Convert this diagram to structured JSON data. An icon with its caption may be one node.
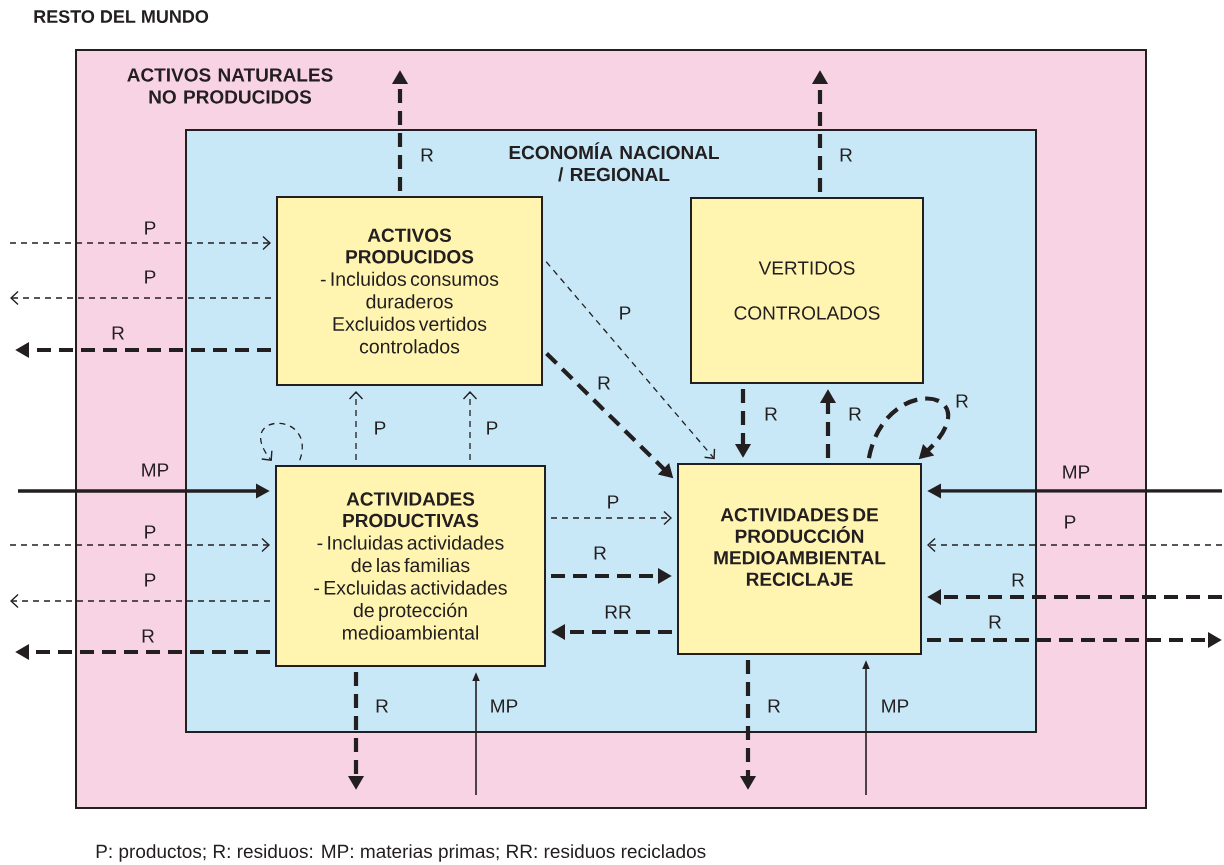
{
  "diagram": {
    "title": "RESTO DEL MUNDO",
    "caption": "P: productos; R: residuos: MP: materias primas; RR: residuos reciclados",
    "nodes": [
      {
        "text": [
          "ACTIVOS NATURALES NO PRODUCIDOS"
        ]
      },
      {
        "text": [
          "ECONOMÍA NACIONAL / REGIONAL"
        ],
        "in": 0
      },
      {
        "text": [
          "ACTIVOS PRODUCIDOS",
          "- Incluidos consumos duraderos",
          "Excluidos vertidos controlados"
        ],
        "in": 1
      },
      {
        "text": [
          "VERTIDOS CONTROLADOS"
        ],
        "in": 1
      },
      {
        "text": [
          "ACTIVIDADES PRODUCTIVAS",
          "- Incluidas actividades de las familias",
          "- Excluidas actividades de protección medioambiental"
        ],
        "in": 1
      },
      {
        "text": [
          "ACTIVIDADES DE PRODUCCIÓN MEDIOAMBIENTAL RECICLAJE"
        ],
        "in": 1
      }
    ],
    "edges": [
      {
        "from": 2,
        "to": null,
        "arrow": "to",
        "label": "R",
        "style": "dashed"
      },
      {
        "from": 3,
        "to": null,
        "arrow": "to",
        "label": "R",
        "style": "dashed"
      },
      {
        "from": null,
        "to": 2,
        "arrow": "to",
        "label": "P",
        "style": "dashed"
      },
      {
        "from": 2,
        "to": null,
        "arrow": "to",
        "label": "P",
        "style": "dashed"
      },
      {
        "from": 2,
        "to": null,
        "arrow": "to",
        "label": "R",
        "style": "dashed"
      },
      {
        "from": 2,
        "to": 5,
        "arrow": "to",
        "label": "P",
        "style": "dashed"
      },
      {
        "from": 2,
        "to": 5,
        "arrow": "to",
        "label": "R",
        "style": "dashed"
      },
      {
        "from": 4,
        "to": 2,
        "arrow": "to",
        "label": "P",
        "style": "dashed"
      },
      {
        "from": 4,
        "to": 2,
        "arrow": "to",
        "label": "P",
        "style": "dashed"
      },
      {
        "from": 4,
        "to": 4,
        "arrow": "to",
        "style": "dashed"
      },
      {
        "from": null,
        "to": 4,
        "arrow": "to",
        "label": "MP"
      },
      {
        "from": null,
        "to": 4,
        "arrow": "to",
        "label": "P",
        "style": "dashed"
      },
      {
        "from": 4,
        "to": null,
        "arrow": "to",
        "label": "P",
        "style": "dashed"
      },
      {
        "from": 4,
        "to": null,
        "arrow": "to",
        "label": "R",
        "style": "dashed"
      },
      {
        "from": 4,
        "to": 5,
        "arrow": "to",
        "label": "P",
        "style": "dashed"
      },
      {
        "from": 4,
        "to": 5,
        "arrow": "to",
        "label": "R",
        "style": "dashed"
      },
      {
        "from": 5,
        "to": 4,
        "arrow": "to",
        "label": "RR",
        "style": "dashed"
      },
      {
        "from": 3,
        "to": 5,
        "arrow": "to",
        "label": "R",
        "style": "dashed"
      },
      {
        "from": 5,
        "to": 3,
        "arrow": "to",
        "label": "R",
        "style": "dashed"
      },
      {
        "from": 5,
        "to": 5,
        "arrow": "to",
        "label": "R",
        "style": "dashed"
      },
      {
        "from": null,
        "to": 5,
        "arrow": "to",
        "label": "MP"
      },
      {
        "from": null,
        "to": 5,
        "arrow": "to",
        "label": "P",
        "style": "dashed"
      },
      {
        "from": null,
        "to": 5,
        "arrow": "to",
        "label": "R",
        "style": "dashed"
      },
      {
        "from": 5,
        "to": null,
        "arrow": "to",
        "label": "R",
        "style": "dashed"
      },
      {
        "from": 4,
        "to": null,
        "arrow": "to",
        "label": "R",
        "style": "dashed"
      },
      {
        "from": null,
        "to": 4,
        "arrow": "to",
        "label": "MP"
      },
      {
        "from": 5,
        "to": null,
        "arrow": "to",
        "label": "R",
        "style": "dashed"
      },
      {
        "from": null,
        "to": 5,
        "arrow": "to",
        "label": "MP"
      }
    ]
  }
}
